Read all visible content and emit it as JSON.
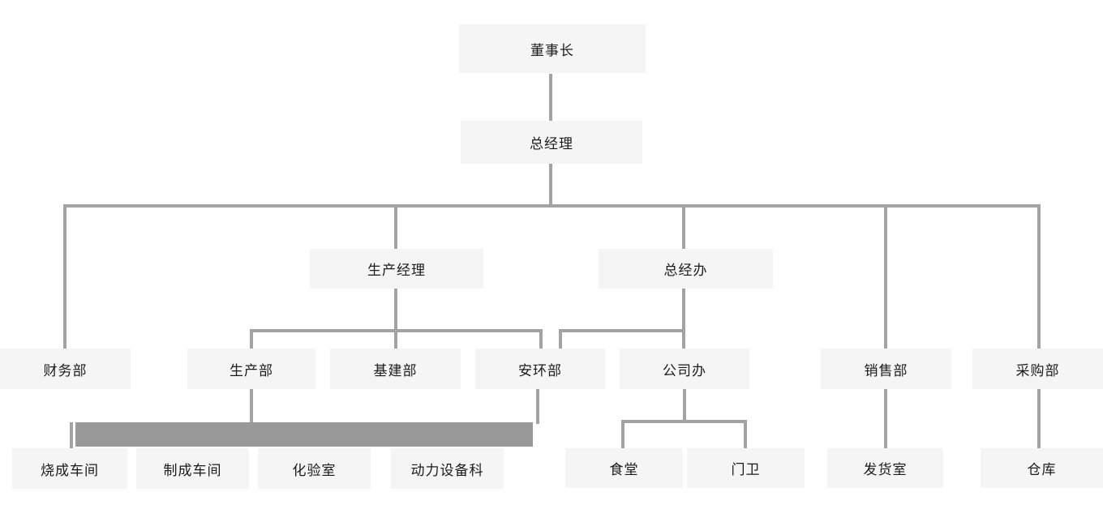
{
  "org": {
    "nodes": {
      "chairman": {
        "label": "董事长"
      },
      "general_manager": {
        "label": "总经理"
      },
      "prod_manager": {
        "label": "生产经理"
      },
      "gm_office": {
        "label": "总经办"
      },
      "finance": {
        "label": "财务部"
      },
      "production": {
        "label": "生产部"
      },
      "infrastructure": {
        "label": "基建部"
      },
      "safety_env": {
        "label": "安环部"
      },
      "company_office": {
        "label": "公司办"
      },
      "sales": {
        "label": "销售部"
      },
      "purchasing": {
        "label": "采购部"
      },
      "firing_shop": {
        "label": "烧成车间"
      },
      "making_shop": {
        "label": "制成车间"
      },
      "laboratory": {
        "label": "化验室"
      },
      "power_equipment": {
        "label": "动力设备科"
      },
      "canteen": {
        "label": "食堂"
      },
      "gate_guard": {
        "label": "门卫"
      },
      "shipping_room": {
        "label": "发货室"
      },
      "warehouse": {
        "label": "仓库"
      }
    },
    "hierarchy": {
      "chairman": [
        "general_manager"
      ],
      "general_manager": [
        "finance",
        "prod_manager",
        "gm_office",
        "sales",
        "purchasing"
      ],
      "prod_manager": [
        "production",
        "infrastructure",
        "safety_env"
      ],
      "gm_office": [
        "safety_env",
        "company_office"
      ],
      "production": [
        "firing_shop",
        "making_shop",
        "laboratory",
        "power_equipment"
      ],
      "safety_env": [
        "firing_shop",
        "making_shop",
        "laboratory",
        "power_equipment"
      ],
      "company_office": [
        "canteen",
        "gate_guard"
      ],
      "sales": [
        "shipping_room"
      ],
      "purchasing": [
        "warehouse"
      ]
    },
    "colors": {
      "node_background": "#f5f5f5",
      "connector": "#a3a3a3",
      "thick_bar": "#999999",
      "text": "#1a1a1a",
      "page_background": "#ffffff"
    }
  }
}
